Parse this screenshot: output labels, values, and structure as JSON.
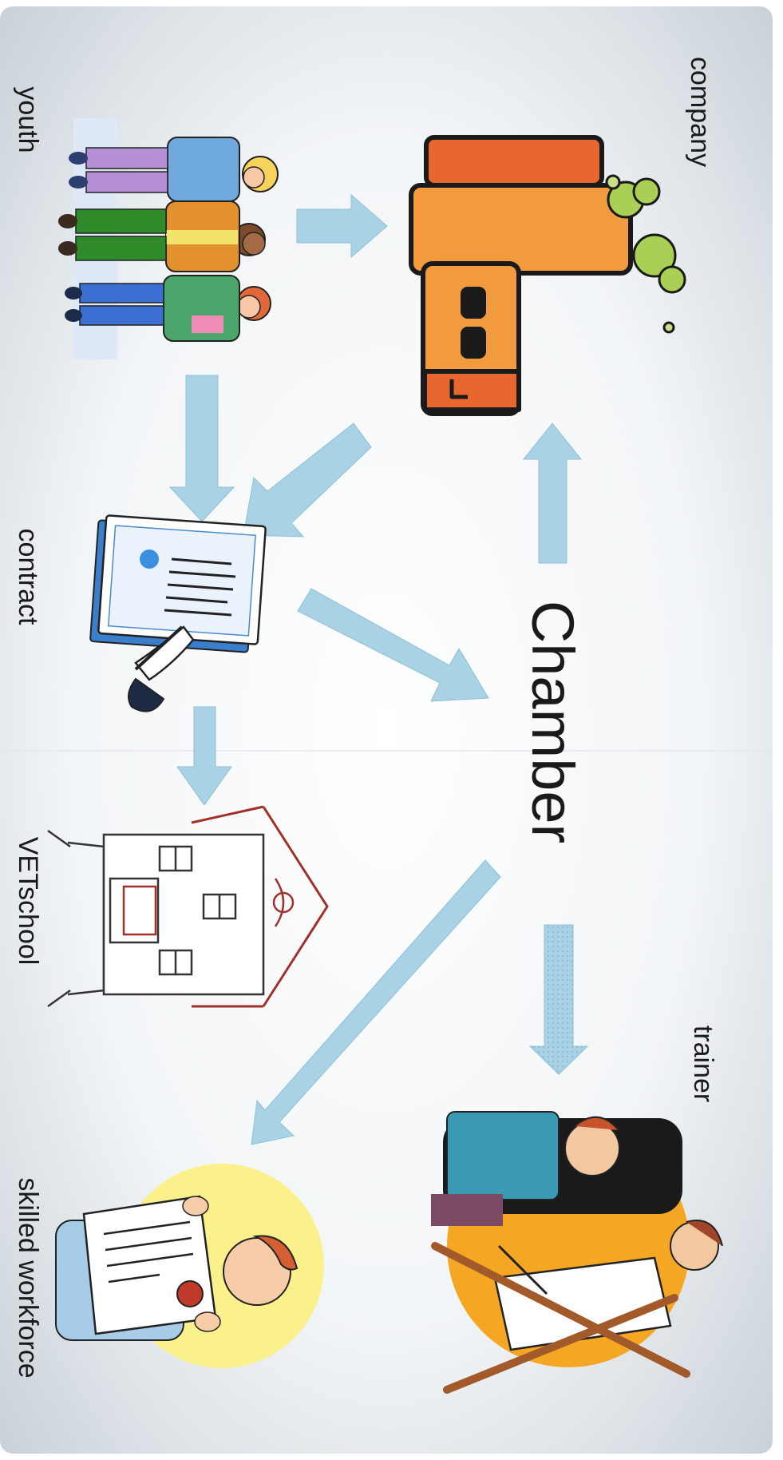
{
  "diagram": {
    "center_label": "Chamber",
    "nodes": {
      "youth": "youth",
      "company": "company",
      "contract": "contract",
      "vet_school": "VETschool",
      "trainer": "trainer",
      "skilled_workforce": "skilled workforce"
    },
    "edges": [
      {
        "from": "youth",
        "to": "company"
      },
      {
        "from": "youth",
        "to": "contract"
      },
      {
        "from": "company",
        "to": "contract"
      },
      {
        "from": "contract",
        "to": "Chamber"
      },
      {
        "from": "Chamber",
        "to": "company"
      },
      {
        "from": "contract",
        "to": "VETschool"
      },
      {
        "from": "Chamber",
        "to": "trainer"
      },
      {
        "from": "Chamber",
        "to": "skilled workforce"
      }
    ],
    "colors": {
      "arrow": "#a9d2e4",
      "background_edge": "#c3ccd3",
      "background_center": "#ffffff"
    }
  }
}
